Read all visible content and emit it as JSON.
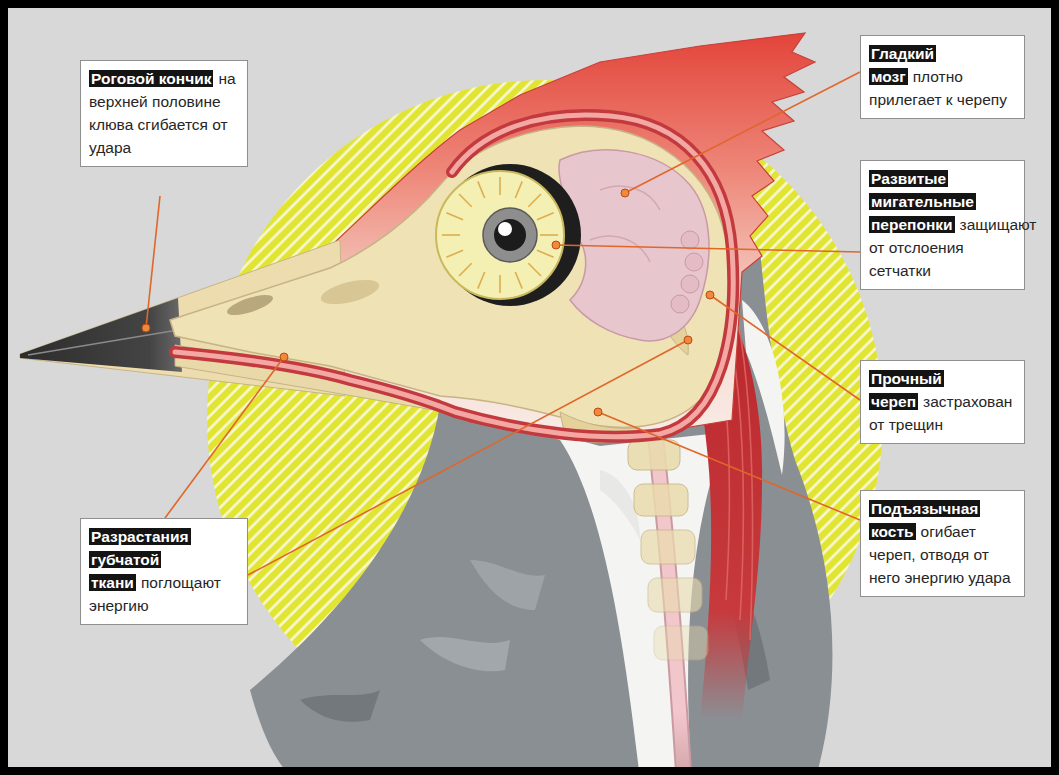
{
  "diagram": {
    "nodes": [
      {
        "text": [
          "Роговой кончик",
          "на верхней половине клюва сгибается от удара"
        ]
      },
      {
        "text": [
          "Гладкий мозг",
          "плотно прилегает к черепу"
        ]
      },
      {
        "text": [
          "Развитые мигательные перепонки",
          "защищают от отслоения сетчатки"
        ]
      },
      {
        "text": [
          "Прочный череп",
          "застрахован от трещин"
        ]
      },
      {
        "text": [
          "Подъязычная кость",
          "огибает череп, отводя от него энергию удара"
        ]
      },
      {
        "text": [
          "Разрастания губчатой ткани",
          "поглощают энергию"
        ]
      }
    ]
  }
}
